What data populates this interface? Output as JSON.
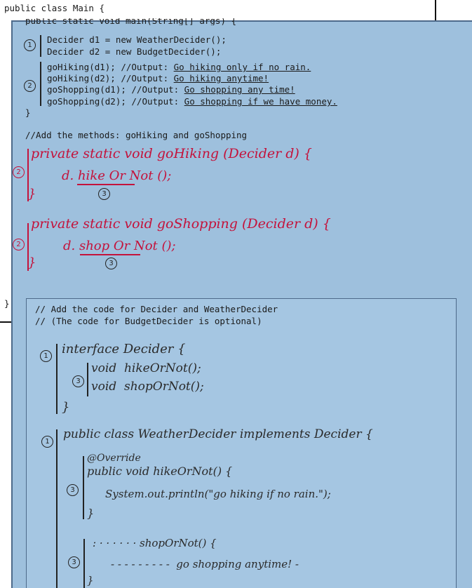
{
  "outer": {
    "class_header": "public class Main {",
    "closing_brace": "}"
  },
  "main_panel": {
    "main_signature": "public static void main(String[] args) {",
    "decl_1": "Decider d1 = new WeatherDecider();",
    "decl_2": "Decider d2 = new BudgetDecider();",
    "calls": [
      {
        "code": "goHiking(d1); //Output: ",
        "output": "Go hiking only if no rain."
      },
      {
        "code": "goHiking(d2); //Output: ",
        "output": "Go hiking anytime!"
      },
      {
        "code": "goShopping(d1); //Output: ",
        "output": "Go shopping any time!"
      },
      {
        "code": "goShopping(d2); //Output: ",
        "output": "Go shopping if we have money."
      }
    ],
    "main_close": "}",
    "add_methods_comment": "//Add the methods: goHiking and goShopping",
    "marks": {
      "one": "1",
      "two": "2",
      "three": "3"
    },
    "hiking_method": {
      "signature": "private static void goHiking (Decider d) {",
      "body": "d. hike Or Not ();",
      "close": "}"
    },
    "shopping_method": {
      "signature": "private static void goShopping (Decider d) {",
      "body": "d. shop Or Not ();",
      "close": "}"
    }
  },
  "lower_panel": {
    "comment_1": "// Add the code for Decider and WeatherDecider",
    "comment_2": "// (The code for BudgetDecider is optional)",
    "interface_header": "interface Decider {",
    "interface_m1": "void  hikeOrNot();",
    "interface_m2": "void  shopOrNot();",
    "interface_close": "}",
    "class_header": "public class WeatherDecider implements Decider {",
    "override": "@Override",
    "hike_sig": "public void hikeOrNot() {",
    "hike_body": "System.out.println(\"go hiking if no rain.\");",
    "hike_close": "}",
    "shop_sig": ": · · · · · · shopOrNot() {",
    "shop_body": "- - - - - - - - -  go shopping anytime! -",
    "shop_close": "}"
  },
  "colors": {
    "panel_blue": "#9ec0dd",
    "lower_panel_blue": "#a5c6e2",
    "border": "#4d6a8a",
    "handwriting_red": "#c4123b",
    "underline": "#1a1a1a"
  }
}
